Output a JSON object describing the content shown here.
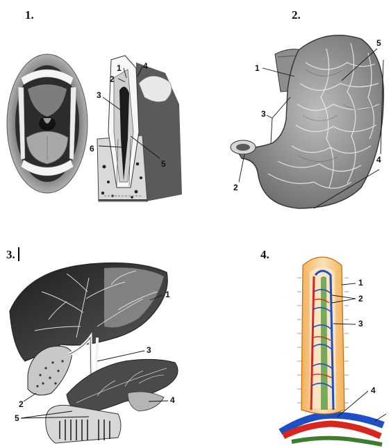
{
  "panels": [
    {
      "label": "1.",
      "callouts": [
        "1",
        "2",
        "4",
        "3",
        "5",
        "6"
      ]
    },
    {
      "label": "2.",
      "callouts": [
        "1",
        "5",
        "3",
        "4",
        "2"
      ]
    },
    {
      "label": "3.",
      "callouts": [
        "1",
        "3",
        "2",
        "4",
        "5"
      ]
    },
    {
      "label": "4.",
      "callouts": [
        "1",
        "2",
        "3",
        "4"
      ]
    }
  ],
  "colors": {
    "ink": "#111111",
    "artery": "#d8261c",
    "vein": "#1f4fc4",
    "lacteal": "#3f7d2e",
    "villus_epithelium": "#f0a23c"
  }
}
